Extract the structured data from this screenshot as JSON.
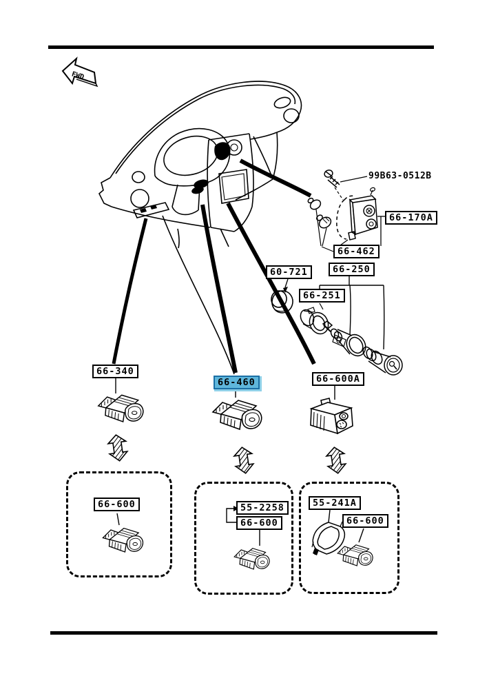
{
  "page": {
    "background": "#ffffff",
    "line_color": "#000000"
  },
  "direction_indicator": {
    "label": "FWD"
  },
  "colors": {
    "highlight_fill": "#5FB6DB",
    "highlight_border": "#1B6FA5",
    "highlight_glow": "#8FD0E8"
  },
  "labels": {
    "screw": "99B63-0512B",
    "switch_module": "66-170A",
    "illumination_bulbs": "66-462",
    "cigar_lighter": "66-250",
    "grommet": "60-721",
    "lighter_bezel": "66-251",
    "switch_left": "66-340",
    "switch_highlighted": "66-460",
    "switch_right": "66-600A",
    "alt_left_switch": "66-600",
    "alt_mid_panel": "55-2258",
    "alt_mid_switch": "66-600",
    "alt_right_bezel": "55-241A",
    "alt_right_switch": "66-600"
  },
  "highlighted_part": "66-460"
}
